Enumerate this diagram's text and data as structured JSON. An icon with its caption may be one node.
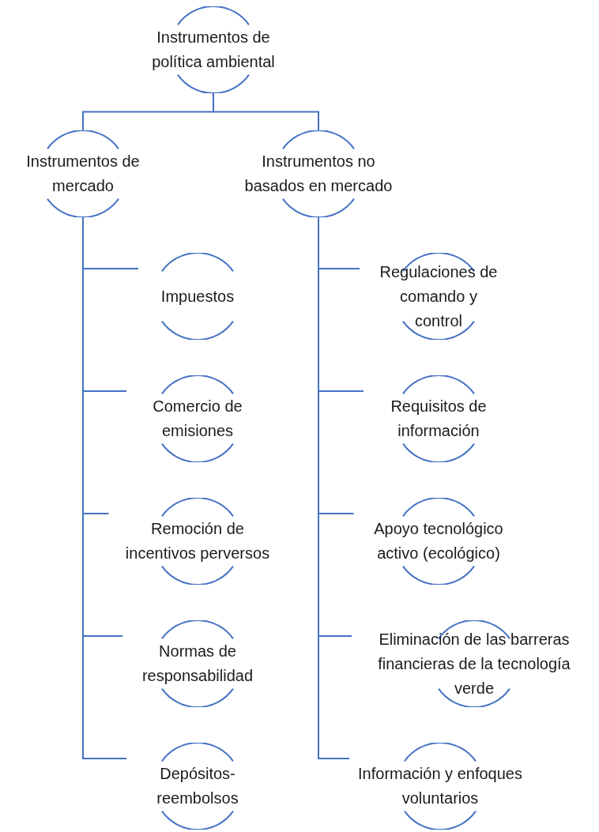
{
  "diagram": {
    "nodes": [
      {
        "text": [
          "Instrumentos de política ambiental"
        ]
      },
      {
        "text": [
          "Instrumentos de mercado"
        ]
      },
      {
        "text": [
          "Instrumentos no basados en mercado"
        ]
      },
      {
        "text": [
          "Impuestos"
        ]
      },
      {
        "text": [
          "Comercio de emisiones"
        ]
      },
      {
        "text": [
          "Remoción de incentivos perversos"
        ]
      },
      {
        "text": [
          "Normas de responsabilidad"
        ]
      },
      {
        "text": [
          "Depósitos-reembolsos"
        ]
      },
      {
        "text": [
          "Regulaciones de comando y control"
        ]
      },
      {
        "text": [
          "Requisitos de información"
        ]
      },
      {
        "text": [
          "Apoyo tecnológico activo (ecológico)"
        ]
      },
      {
        "text": [
          "Eliminación de las barreras financieras de la tecnología verde"
        ]
      },
      {
        "text": [
          "Información y enfoques voluntarios"
        ]
      }
    ],
    "edges": [
      {
        "from": 0,
        "to": 1,
        "arrow": "none"
      },
      {
        "from": 0,
        "to": 2,
        "arrow": "none"
      },
      {
        "from": 1,
        "to": 3,
        "arrow": "none"
      },
      {
        "from": 1,
        "to": 4,
        "arrow": "none"
      },
      {
        "from": 1,
        "to": 5,
        "arrow": "none"
      },
      {
        "from": 1,
        "to": 6,
        "arrow": "none"
      },
      {
        "from": 1,
        "to": 7,
        "arrow": "none"
      },
      {
        "from": 2,
        "to": 8,
        "arrow": "none"
      },
      {
        "from": 2,
        "to": 9,
        "arrow": "none"
      },
      {
        "from": 2,
        "to": 10,
        "arrow": "none"
      },
      {
        "from": 2,
        "to": 11,
        "arrow": "none"
      },
      {
        "from": 2,
        "to": 12,
        "arrow": "none"
      }
    ]
  }
}
